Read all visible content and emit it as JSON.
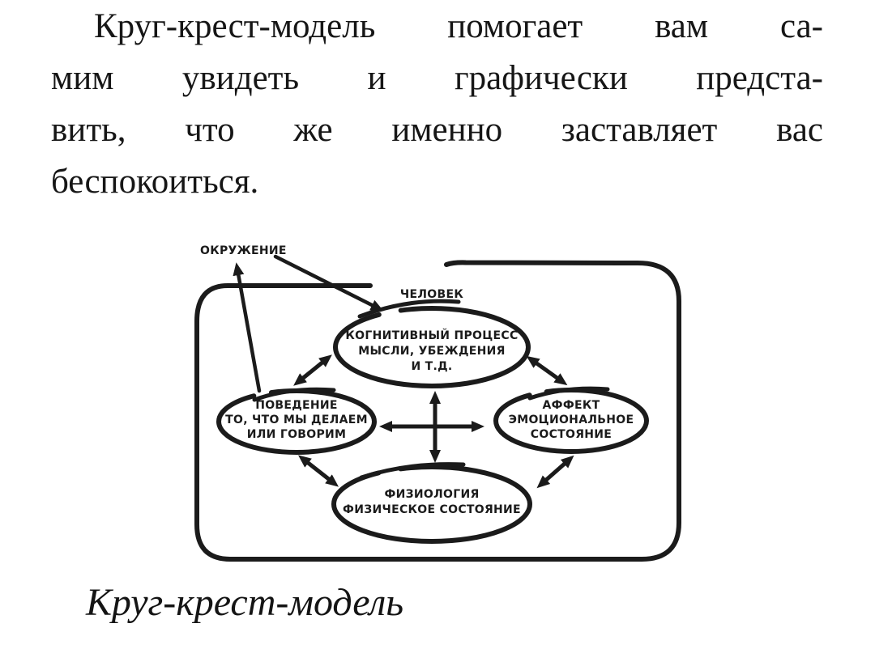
{
  "page": {
    "background": "#ffffff",
    "text_color": "#161616",
    "ink": "#1b1b1b"
  },
  "paragraph": {
    "lines": [
      "Круг-крест-модель помогает вам са-",
      "мим увидеть и графически предста-",
      "вить, что же именно заставляет вас",
      "беспокоиться."
    ]
  },
  "diagram": {
    "ink": "#1b1b1b",
    "outer_label": "ОКРУЖЕНИЕ",
    "frame_label": "ЧЕЛОВЕК",
    "nodes": {
      "cognition": {
        "lines": [
          "КОГНИТИВНЫЙ ПРОЦЕСС",
          "МЫСЛИ, УБЕЖДЕНИЯ",
          "И Т.Д."
        ]
      },
      "behavior": {
        "lines": [
          "ПОВЕДЕНИЕ",
          "ТО, ЧТО МЫ ДЕЛАЕМ",
          "ИЛИ ГОВОРИМ"
        ]
      },
      "affect": {
        "lines": [
          "АФФЕКТ",
          "ЭМОЦИОНАЛЬНОЕ",
          "СОСТОЯНИЕ"
        ]
      },
      "physiology": {
        "lines": [
          "ФИЗИОЛОГИЯ",
          "ФИЗИЧЕСКОЕ СОСТОЯНИЕ"
        ]
      }
    }
  },
  "caption": {
    "text": "Круг-крест-модель"
  }
}
